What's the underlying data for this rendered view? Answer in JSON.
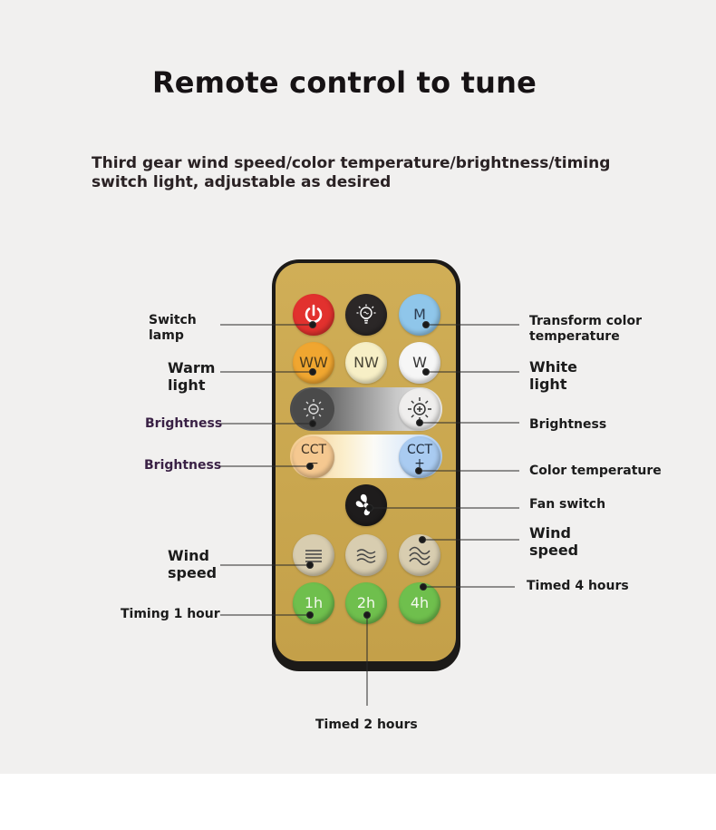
{
  "title": "Remote control to tune",
  "subtitle_line1": "Third gear wind speed/color temperature/brightness/timing",
  "subtitle_line2": "switch light, adjustable as desired",
  "buttons": {
    "power": "power-icon",
    "mode": "bulb-icon",
    "m": "M",
    "ww": "WW",
    "nw": "NW",
    "w": "W",
    "brightness_down": "sun-minus-icon",
    "brightness_up": "sun-plus-icon",
    "cct_minus_top": "CCT",
    "cct_minus_bottom": "−",
    "cct_plus_top": "CCT",
    "cct_plus_bottom": "+",
    "fan": "fan-icon",
    "wind_low": "wind-low-icon",
    "wind_mid": "wind-mid-icon",
    "wind_high": "wind-high-icon",
    "t1": "1h",
    "t2": "2h",
    "t4": "4h"
  },
  "labels": {
    "switch_lamp_1": "Switch",
    "switch_lamp_2": "lamp",
    "warm_light_1": "Warm",
    "warm_light_2": "light",
    "brightness_left_1": "Brightness",
    "brightness_left_2": "Brightness",
    "wind_speed_left_1": "Wind",
    "wind_speed_left_2": "speed",
    "timing_1_hour": "Timing 1 hour",
    "transform_color_1": "Transform color",
    "transform_color_2": "temperature",
    "white_light_1": "White",
    "white_light_2": "light",
    "brightness_right": "Brightness",
    "color_temperature": "Color temperature",
    "fan_switch": "Fan switch",
    "wind_speed_right_1": "Wind",
    "wind_speed_right_2": "speed",
    "timed_4_hours": "Timed 4 hours",
    "timed_2_hours": "Timed 2 hours"
  },
  "colors": {
    "remote_face": "#cfac55",
    "power": "#e2312e",
    "mode": "#2b2727",
    "m_button": "#8fc6ea",
    "ww_button": "#f0a630",
    "nw_button": "#f7efc6",
    "w_button": "#f5f5f5",
    "wind_buttons": "#d8cdb0",
    "timer_buttons": "#6fbf4d"
  }
}
